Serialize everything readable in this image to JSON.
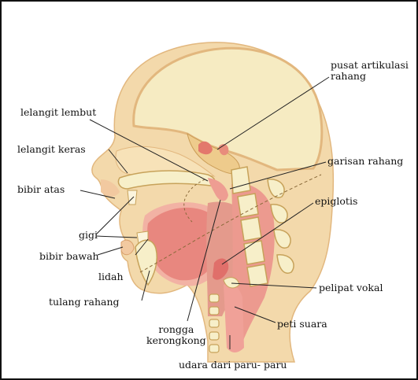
{
  "diagram": {
    "labels": {
      "pusat_artikulasi_rahang": [
        "pusat artikulasi",
        "rahang"
      ],
      "lelangit_lembut": "lelangit lembut",
      "lelangit_keras": "lelangit keras",
      "garisan_rahang": "garisan rahang",
      "bibir_atas": "bibir atas",
      "epiglotis": "epiglotis",
      "gigi": "gigi",
      "bibir_bawah": "bibir bawah",
      "lidah": "lidah",
      "tulang_rahang": "tulang rahang",
      "pelipat_vokal": "pelipat vokal",
      "peti_suara": "peti suara",
      "rongga_kerongkong": [
        "rongga",
        "kerongkong"
      ],
      "udara_dari_paru_paru": "udara dari paru- paru"
    },
    "colors": {
      "skin": "#f3d9ab",
      "skin_outline": "#e2b77e",
      "skull": "#f6ebc2",
      "bone": "#f7efc9",
      "bone_outline": "#c7a25a",
      "flesh": "#ec9a8f",
      "tongue": "#e8877f",
      "leader_line": "#222222"
    }
  }
}
